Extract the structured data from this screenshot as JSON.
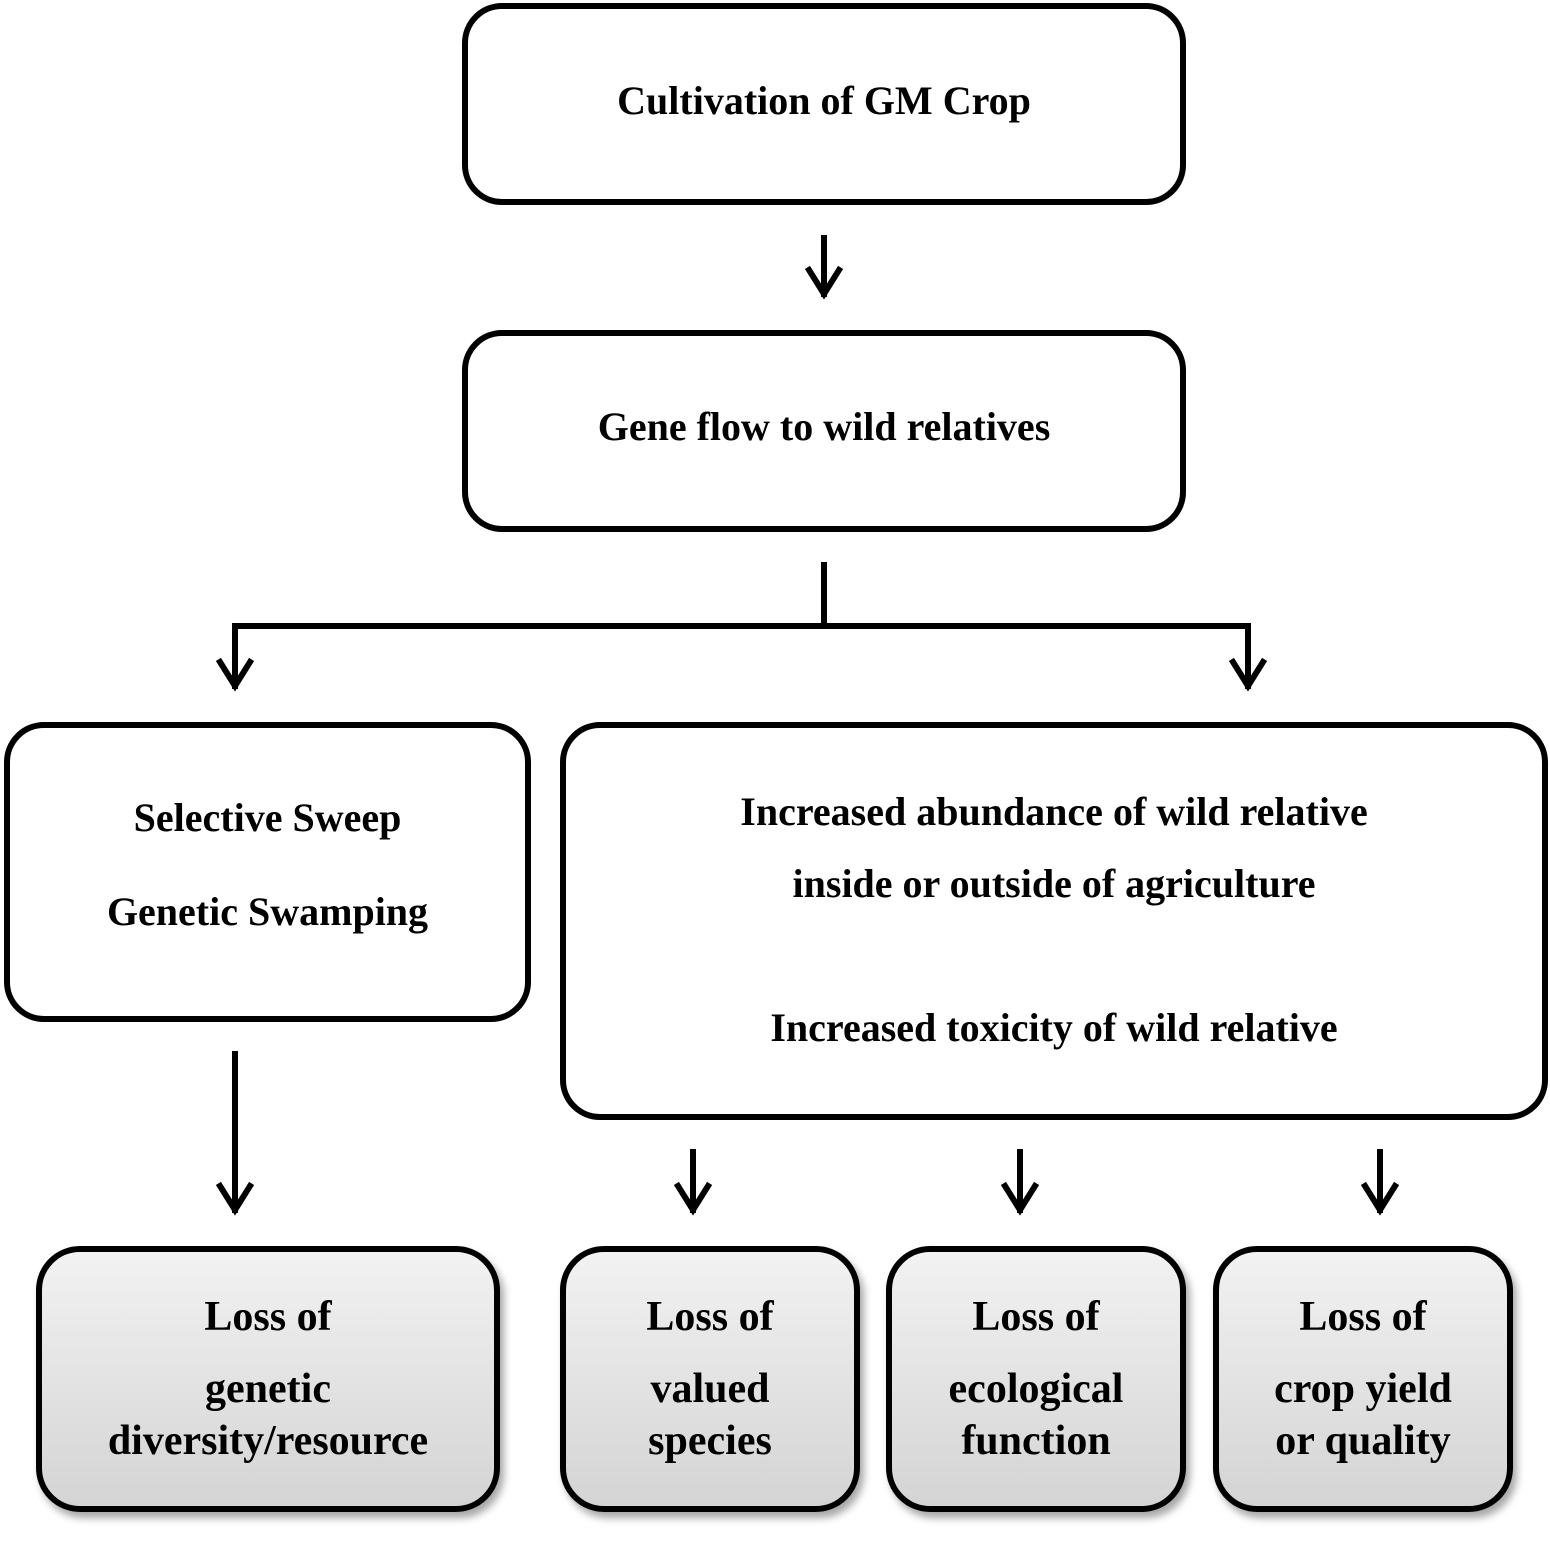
{
  "nodes": {
    "cultivation": {
      "text": "Cultivation of GM Crop"
    },
    "gene_flow": {
      "text": "Gene flow to wild relatives"
    },
    "sweep": {
      "line1": "Selective Sweep",
      "line2": "Genetic Swamping"
    },
    "abundance": {
      "line1": "Increased abundance of wild relative",
      "line2": "inside or outside of agriculture",
      "line3": "Increased toxicity of wild relative"
    }
  },
  "outcomes": {
    "genetic": {
      "line1": "Loss of",
      "line2": "genetic",
      "line3": "diversity/resource"
    },
    "valued": {
      "line1": "Loss of",
      "line2": "valued",
      "line3": "species"
    },
    "ecological": {
      "line1": "Loss of",
      "line2": "ecological",
      "line3": "function"
    },
    "crop": {
      "line1": "Loss of",
      "line2": "crop yield",
      "line3": "or quality"
    }
  }
}
